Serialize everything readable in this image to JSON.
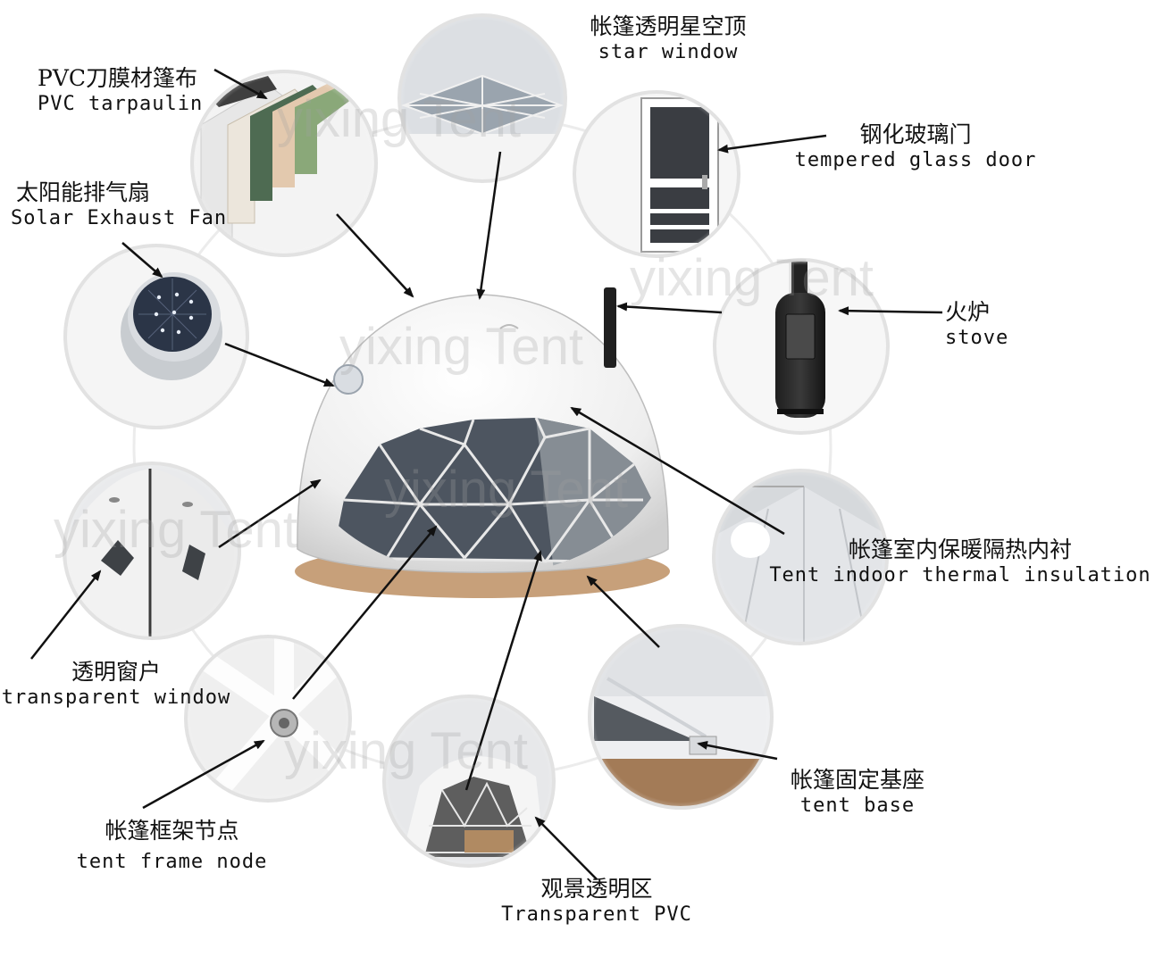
{
  "watermark": "yixing Tent",
  "labels": {
    "star_window": {
      "cn": "帐篷透明星空顶",
      "en": "star window"
    },
    "pvc_tarpaulin": {
      "cn": "PVC刀膜材篷布",
      "en": "PVC tarpaulin"
    },
    "glass_door": {
      "cn": "钢化玻璃门",
      "en": "tempered glass door"
    },
    "solar_fan": {
      "cn": "太阳能排气扇",
      "en": "Solar Exhaust Fan"
    },
    "stove": {
      "cn": "火炉",
      "en": "stove"
    },
    "insulation": {
      "cn": "帐篷室内保暖隔热内衬",
      "en": "Tent indoor thermal insulation"
    },
    "transparent_window": {
      "cn": "透明窗户",
      "en": "transparent window"
    },
    "tent_base": {
      "cn": "帐篷固定基座",
      "en": "tent base"
    },
    "frame_node": {
      "cn": "帐篷框架节点",
      "en": "tent frame node"
    },
    "transparent_pvc": {
      "cn": "观景透明区",
      "en": "Transparent PVC"
    }
  }
}
